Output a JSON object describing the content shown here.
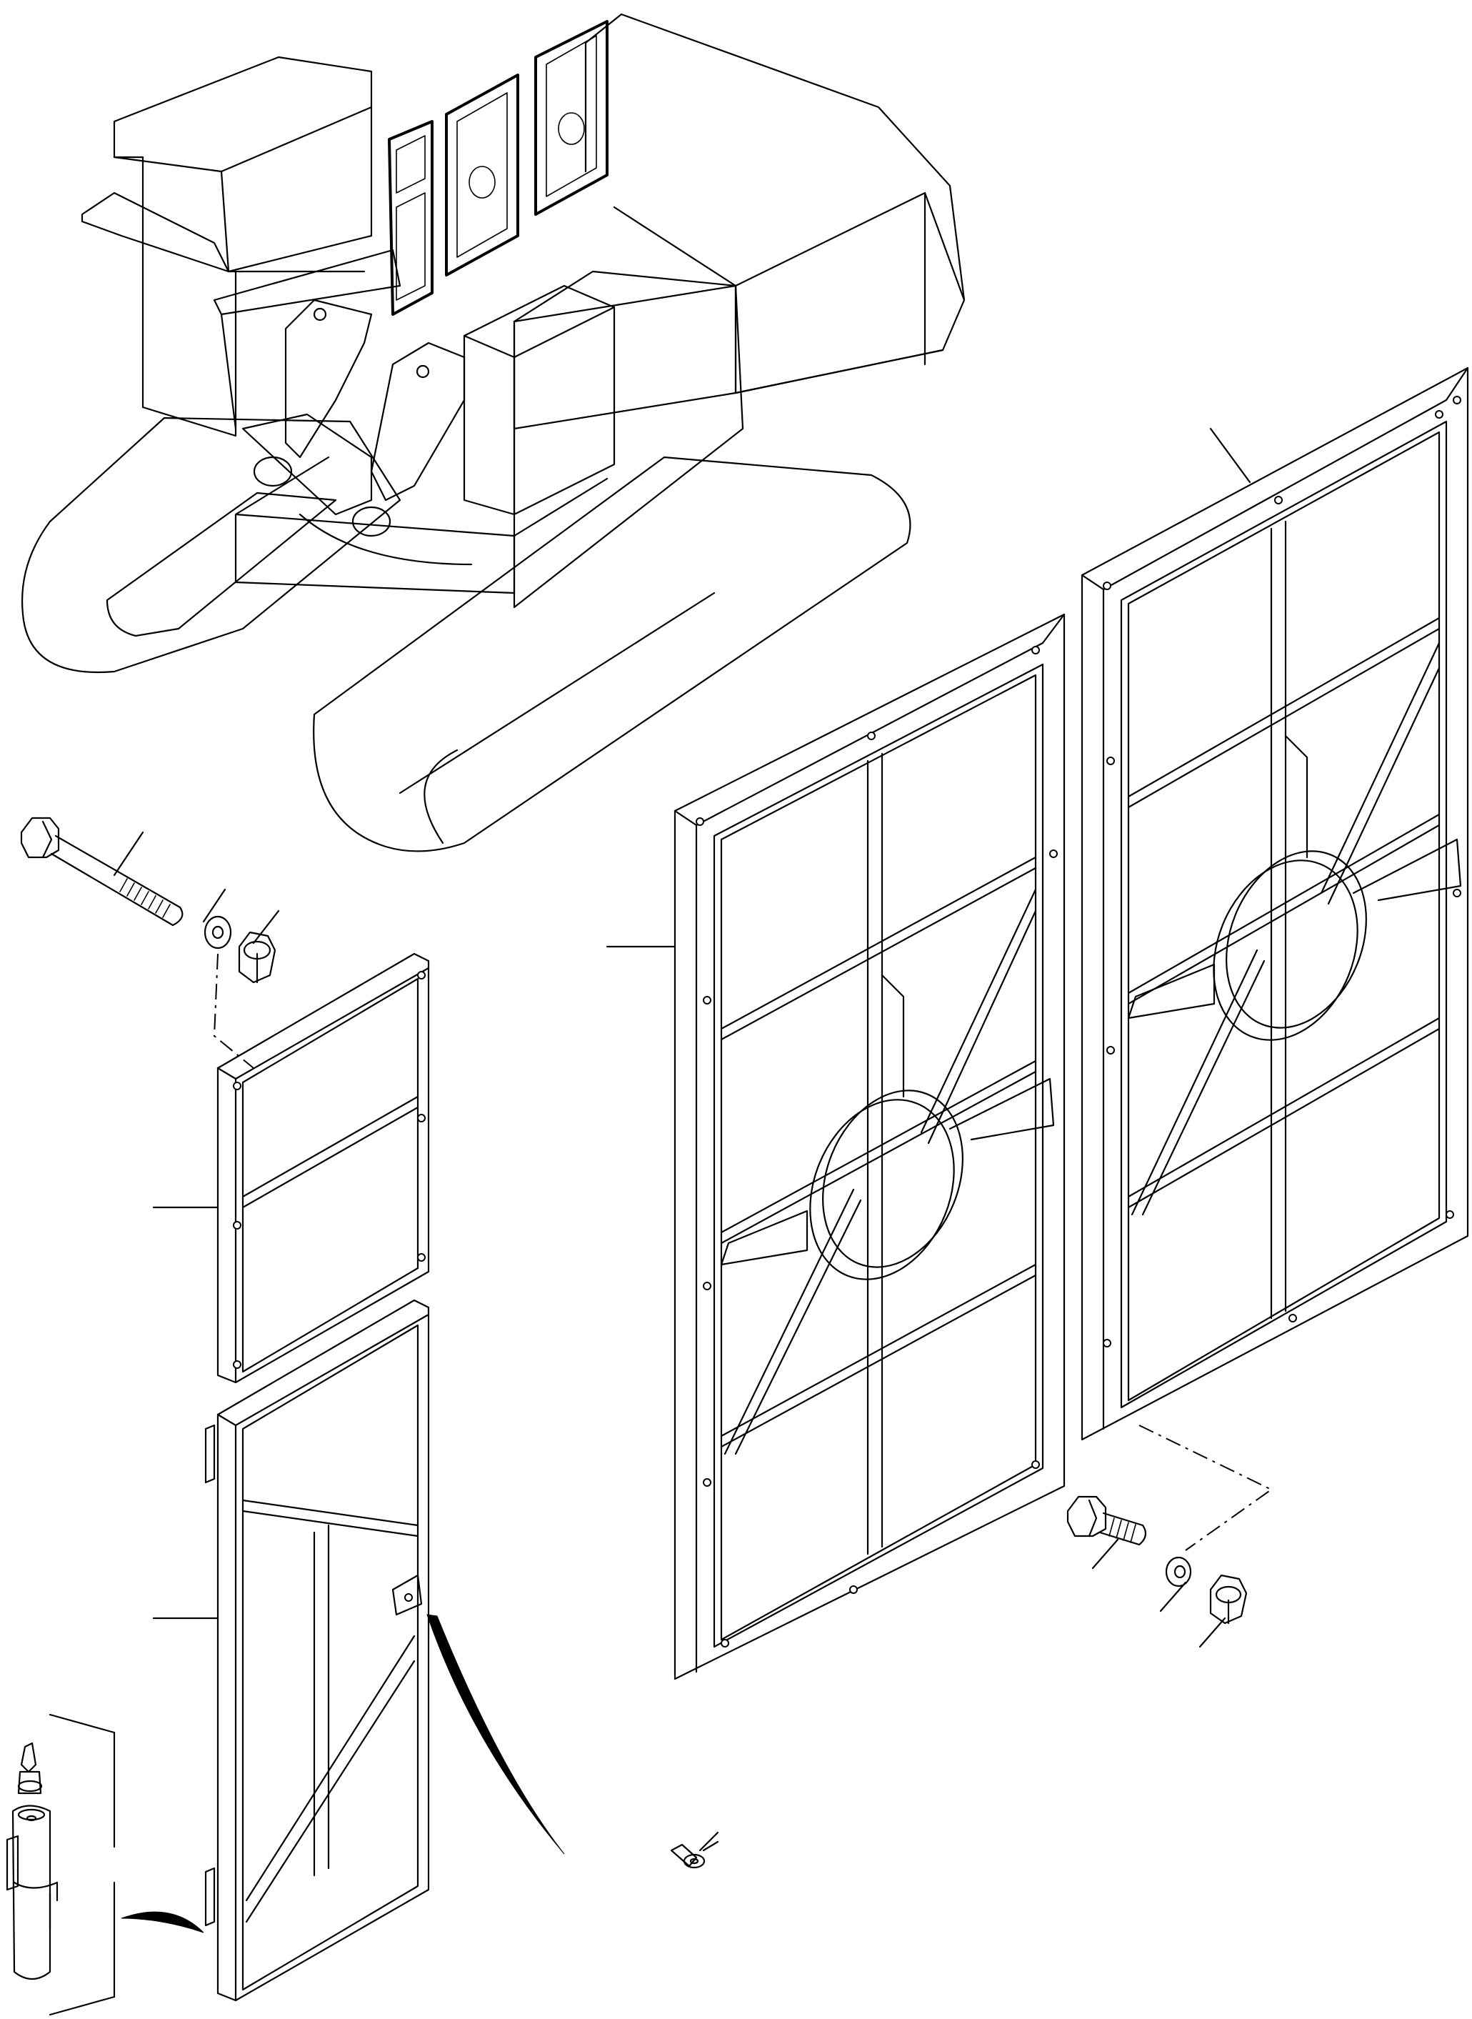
{
  "drawing": {
    "line_color": "#000000",
    "background": "#ffffff"
  },
  "parts": [
    {
      "name": "machine-overview"
    },
    {
      "name": "radiator-grille-center",
      "icon": "grille-fan-frame-icon"
    },
    {
      "name": "radiator-grille-right",
      "icon": "grille-fan-frame-icon"
    },
    {
      "name": "small-cover-panel",
      "icon": "panel-frame-icon"
    },
    {
      "name": "door-panel",
      "icon": "door-frame-icon"
    },
    {
      "name": "bolt-large",
      "icon": "bolt-icon"
    },
    {
      "name": "bolt-short",
      "icon": "bolt-icon"
    },
    {
      "name": "washer",
      "icon": "washer-icon"
    },
    {
      "name": "nut",
      "icon": "nut-icon"
    },
    {
      "name": "hinge-pin",
      "icon": "hinge-pin-icon"
    },
    {
      "name": "clip",
      "icon": "clip-icon"
    }
  ]
}
